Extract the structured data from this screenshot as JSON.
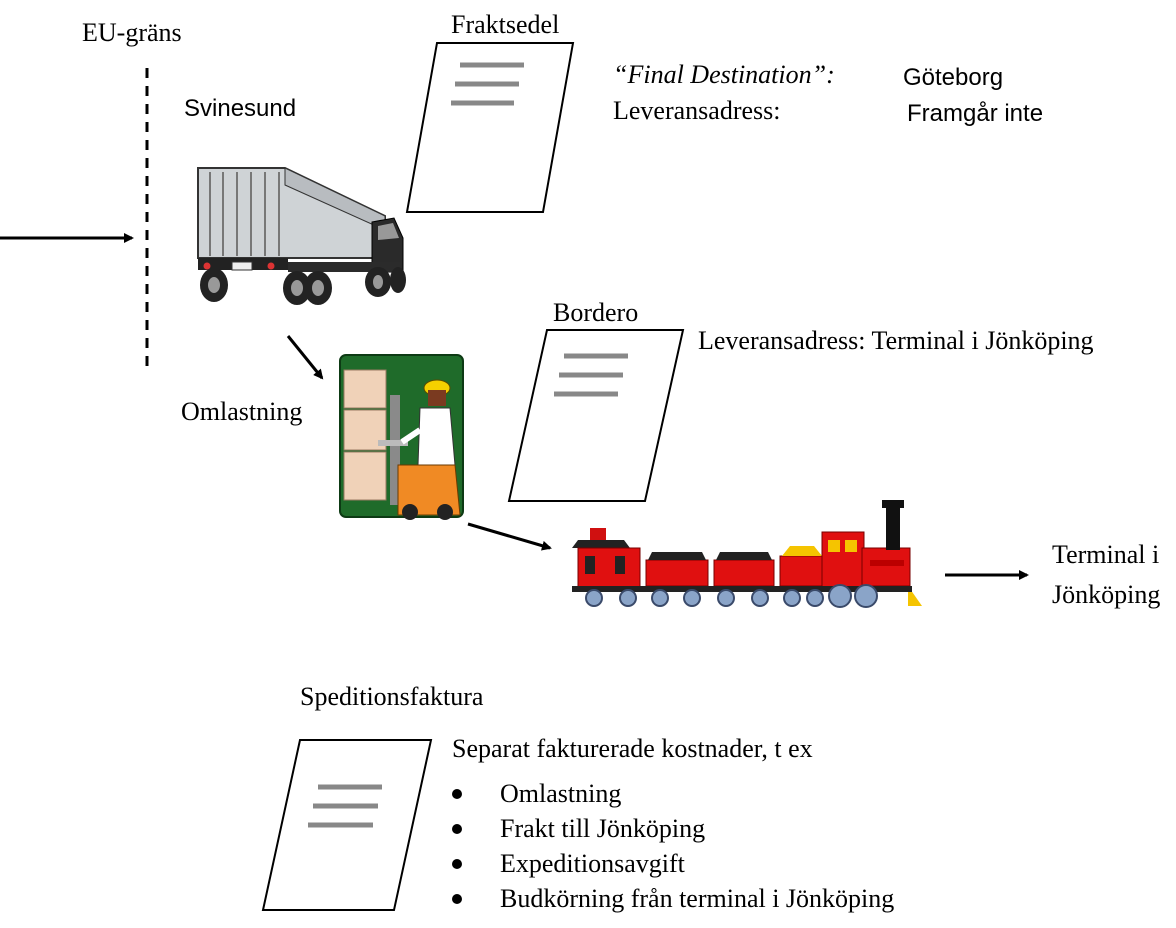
{
  "labels": {
    "eu_border": "EU-gräns",
    "svinesund": "Svinesund",
    "fraktsedel": "Fraktsedel",
    "omlastning": "Omlastning",
    "bordero": "Bordero",
    "terminal_line1": "Terminal i",
    "terminal_line2": "Jönköping",
    "speditionsfaktura": "Speditionsfaktura"
  },
  "fraktsedel_info": {
    "final_destination_label": "“Final Destination”:",
    "final_destination_value": "Göteborg",
    "delivery_address_label": "Leveransadress:",
    "delivery_address_value": "Framgår inte"
  },
  "bordero_info": {
    "delivery_address_text": "Leveransadress:  Terminal i Jönköping"
  },
  "invoice": {
    "intro": "Separat fakturerade kostnader, t ex",
    "items": [
      "Omlastning",
      "Frakt till Jönköping",
      "Expeditionsavgift",
      "Budkörning från terminal i Jönköping"
    ]
  }
}
